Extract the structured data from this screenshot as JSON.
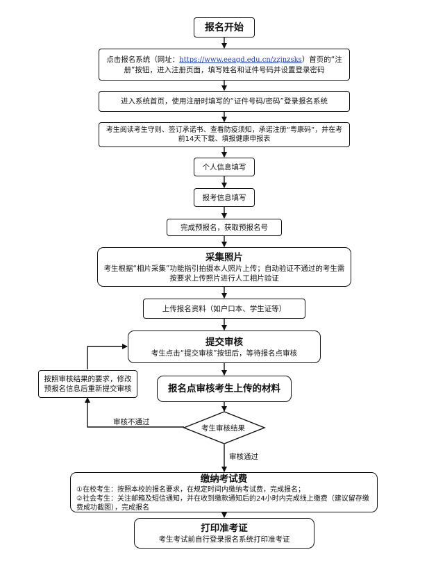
{
  "flow": {
    "start": "报名开始",
    "s1_pre": "点击报名系统（网址：",
    "s1_url": "https://www.eeagd.edu.cn/zzjnzsks",
    "s1_post": "）首页的“注册”按钮，进入注册页面，填写姓名和证件号码并设置登录密码",
    "s2": "进入系统首页，使用注册时填写的“证件号码/密码”登录报名系统",
    "s3": "考生阅读考生守则、签订承诺书、查看防疫须知，承诺注册“粤康码”，并在考前14天下载、填报健康申报表",
    "s4": "个人信息填写",
    "s5": "报考信息填写",
    "s6": "完成预报名，获取预报名号",
    "s7_title": "采集照片",
    "s7_body": "考生根据“相片采集”功能指引拍摄本人照片上传；自动验证不通过的考生需按要求上传照片进行人工相片验证",
    "s8": "上传报名资料（如户口本、学生证等）",
    "s9_title": "提交审核",
    "s9_body": "考生点击“提交审核”按钮后，等待报名点审核",
    "s10": "报名点审核考生上传的材料",
    "decision": "考生审核结果",
    "fail_label": "审核不通过",
    "pass_label": "审核通过",
    "revise": "按照审核结果的要求，修改预报名信息后重新提交审核",
    "s11_title": "缴纳考试费",
    "s11_line1": "①在校考生：按照本校的报名要求，在规定时间内缴纳考试费，完成报名；",
    "s11_line2": "②社会考生：关注邮箱及短信通知，并在收到缴款通知后的24小时内完成线上缴费（建议留存缴费成功截图），完成报名",
    "s12_title": "打印准考证",
    "s12_body": "考生考试前自行登录报名系统打印准考证"
  }
}
